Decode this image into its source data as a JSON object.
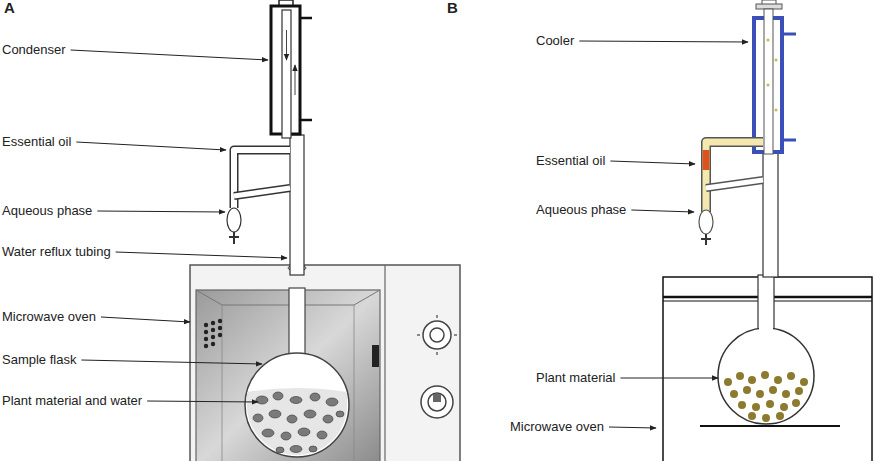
{
  "diagram": {
    "labels": [
      "A",
      "Condenser",
      "Essential oil",
      "Aqueous phase",
      "Water reflux tubing",
      "Microwave oven",
      "Sample flask",
      "Plant material and water",
      "B",
      "Cooler",
      "Essential oil",
      "Aqueous phase",
      "Plant material",
      "Microwave oven"
    ]
  }
}
